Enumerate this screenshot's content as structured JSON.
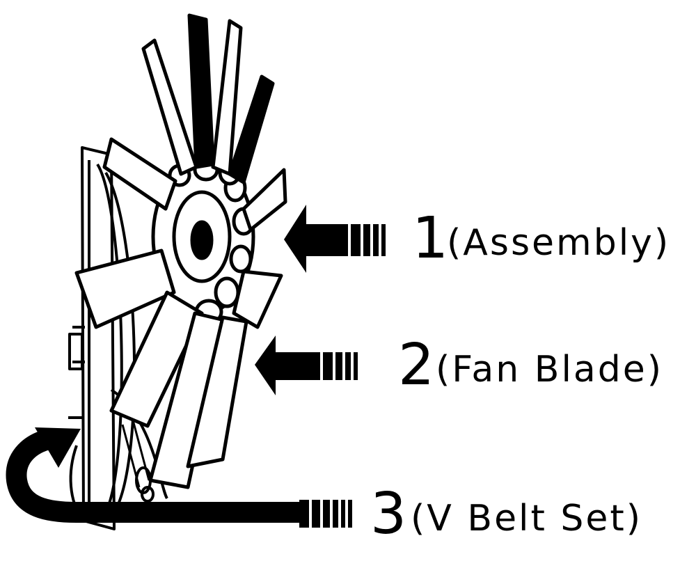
{
  "callouts": [
    {
      "number": "1",
      "label": "(Assembly)"
    },
    {
      "number": "2",
      "label": "(Fan Blade)"
    },
    {
      "number": "3",
      "label": "(V Belt Set)"
    }
  ]
}
